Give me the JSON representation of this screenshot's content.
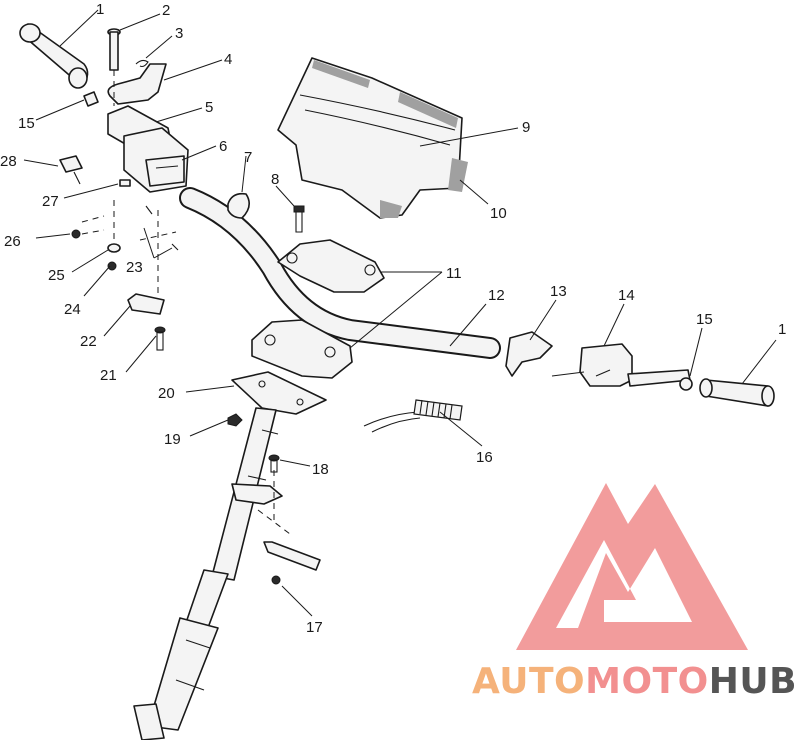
{
  "diagram": {
    "callouts": [
      "1",
      "2",
      "3",
      "4",
      "5",
      "6",
      "7",
      "8",
      "9",
      "10",
      "11",
      "12",
      "13",
      "14",
      "15",
      "16",
      "17",
      "18",
      "19",
      "20",
      "21",
      "22",
      "23",
      "24",
      "25",
      "26",
      "27",
      "28",
      "15",
      "1"
    ]
  },
  "watermark": {
    "text_a": "AUTO",
    "text_b": "MOTO",
    "text_c": "HUB",
    "color_a": "#f5b27a",
    "color_b": "#f29090",
    "color_c": "#555555",
    "logo_color": "#f08b8b"
  }
}
